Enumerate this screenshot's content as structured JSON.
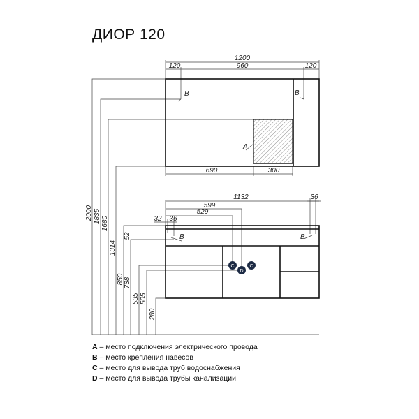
{
  "title": "ДИОР 120",
  "top_view": {
    "overall": "1200",
    "left": "120",
    "middle": "960",
    "right": "120",
    "bottom_left": "690",
    "bottom_right": "300",
    "mark_b": "B",
    "mark_a": "A"
  },
  "front_view": {
    "width": "1132",
    "d599": "599",
    "d529": "529",
    "d32": "32",
    "d36_left": "36",
    "d36_right": "36",
    "mark_b": "B",
    "mark_c": "C",
    "mark_d": "D",
    "heights": {
      "h2000": "2000",
      "h1835": "1835",
      "h1680": "1680",
      "h1314": "1314",
      "h52": "52",
      "h850": "850",
      "h738": "738",
      "h535": "535",
      "h505": "505",
      "h280": "280"
    }
  },
  "legend": [
    {
      "key": "A",
      "text": " – место подключения электрического провода"
    },
    {
      "key": "B",
      "text": " – место крепления навесов"
    },
    {
      "key": "C",
      "text": " – место для вывода труб водоснабжения"
    },
    {
      "key": "D",
      "text": " – место для вывода трубы канализации"
    }
  ]
}
